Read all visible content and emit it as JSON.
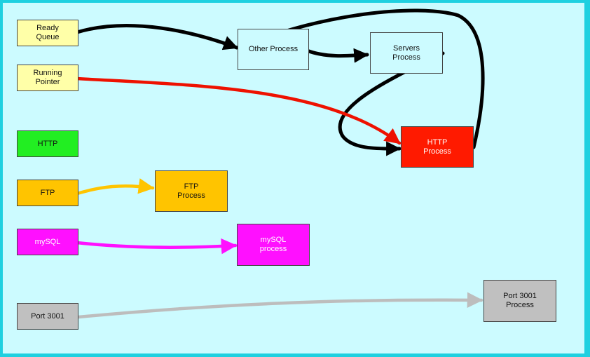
{
  "diagram": {
    "nodes": [
      {
        "id": "ready-queue",
        "label": "Ready\nQueue",
        "fill": "#ffffa8"
      },
      {
        "id": "running-pointer",
        "label": "Running\nPointer",
        "fill": "#ffffa8"
      },
      {
        "id": "http",
        "label": "HTTP",
        "fill": "#22ee22"
      },
      {
        "id": "ftp",
        "label": "FTP",
        "fill": "#ffc400"
      },
      {
        "id": "mysql",
        "label": "mySQL",
        "fill": "#ff10ff"
      },
      {
        "id": "port-3001",
        "label": "Port 3001",
        "fill": "#c0c0c0"
      },
      {
        "id": "other-process",
        "label": "Other Process",
        "fill": "#ccfbff"
      },
      {
        "id": "servers-process",
        "label": "Servers\nProcess",
        "fill": "#ccfbff"
      },
      {
        "id": "http-process",
        "label": "HTTP\nProcess",
        "fill": "#ff1a00"
      },
      {
        "id": "ftp-process",
        "label": "FTP\nProcess",
        "fill": "#ffc400"
      },
      {
        "id": "mysql-process",
        "label": "mySQL\nprocess",
        "fill": "#ff10ff"
      },
      {
        "id": "port-3001-process",
        "label": "Port 3001\nProcess",
        "fill": "#c0c0c0"
      }
    ],
    "edges": [
      {
        "from": "ready-queue",
        "to": "other-process",
        "color": "#000000"
      },
      {
        "from": "other-process",
        "to": "servers-process",
        "color": "#000000"
      },
      {
        "from": "servers-process",
        "to": "http-process",
        "color": "#000000"
      },
      {
        "from": "http-process",
        "to": "other-process",
        "color": "#000000"
      },
      {
        "from": "running-pointer",
        "to": "http-process",
        "color": "#ee1100"
      },
      {
        "from": "ftp",
        "to": "ftp-process",
        "color": "#ffc400"
      },
      {
        "from": "mysql",
        "to": "mysql-process",
        "color": "#ff10ff"
      },
      {
        "from": "port-3001",
        "to": "port-3001-process",
        "color": "#bdbdbd"
      }
    ]
  }
}
